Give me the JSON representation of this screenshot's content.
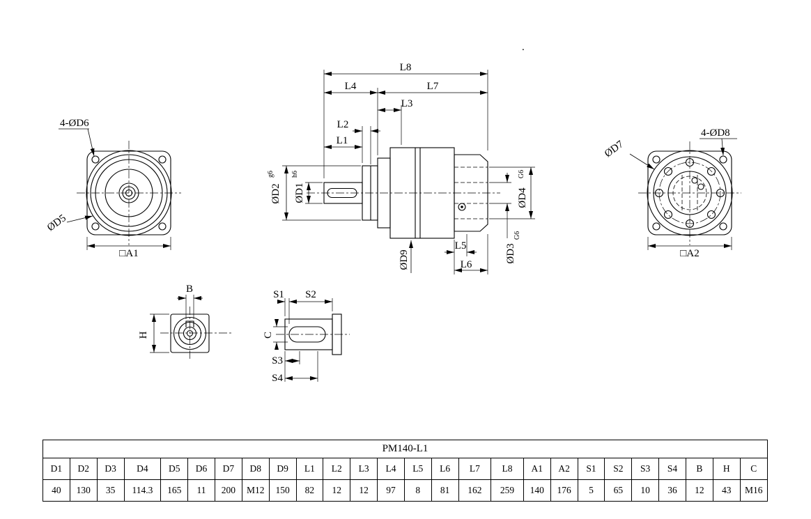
{
  "drawing": {
    "front_view": {
      "holes": "4-ØD6",
      "d5": "ØD5",
      "a1": "□A1"
    },
    "side_view": {
      "l1": "L1",
      "l2": "L2",
      "l3": "L3",
      "l4": "L4",
      "l5": "L5",
      "l6": "L6",
      "l7": "L7",
      "l8": "L8",
      "d1": "ØD1",
      "d1_tol": "h6",
      "d2": "ØD2",
      "d2_tol": "g6",
      "d3": "ØD3",
      "d3_tol": "G6",
      "d4": "ØD4",
      "d4_tol": "G6",
      "d9": "ØD9"
    },
    "rear_view": {
      "d7": "ØD7",
      "holes": "4-ØD8",
      "a2": "□A2"
    },
    "shaft_end_view": {
      "b": "B",
      "h": "H"
    },
    "key_detail_view": {
      "s1": "S1",
      "s2": "S2",
      "c": "C",
      "s3": "S3",
      "s4": "S4"
    },
    "misc": {
      "dot": "."
    }
  },
  "table": {
    "title": "PM140-L1",
    "headers": [
      "D1",
      "D2",
      "D3",
      "D4",
      "D5",
      "D6",
      "D7",
      "D8",
      "D9",
      "L1",
      "L2",
      "L3",
      "L4",
      "L5",
      "L6",
      "L7",
      "L8",
      "A1",
      "A2",
      "S1",
      "S2",
      "S3",
      "S4",
      "B",
      "H",
      "C"
    ],
    "values": [
      "40",
      "130",
      "35",
      "114.3",
      "165",
      "11",
      "200",
      "M12",
      "150",
      "82",
      "12",
      "12",
      "97",
      "8",
      "81",
      "162",
      "259",
      "140",
      "176",
      "5",
      "65",
      "10",
      "36",
      "12",
      "43",
      "M16"
    ]
  }
}
